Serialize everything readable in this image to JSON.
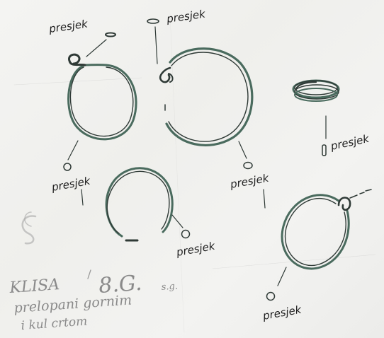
{
  "labels": {
    "presjek_1": "presjek",
    "presjek_2": "presjek",
    "presjek_3": "presjek",
    "presjek_4": "presjek",
    "presjek_5": "presjek",
    "presjek_6": "presjek",
    "presjek_7": "presjek"
  },
  "notes": {
    "line1": "KLISA",
    "line1_number": "8.G.",
    "line1_suffix": "s.g.",
    "line2": "prelopani gornim",
    "line3": "i kul crtom"
  }
}
